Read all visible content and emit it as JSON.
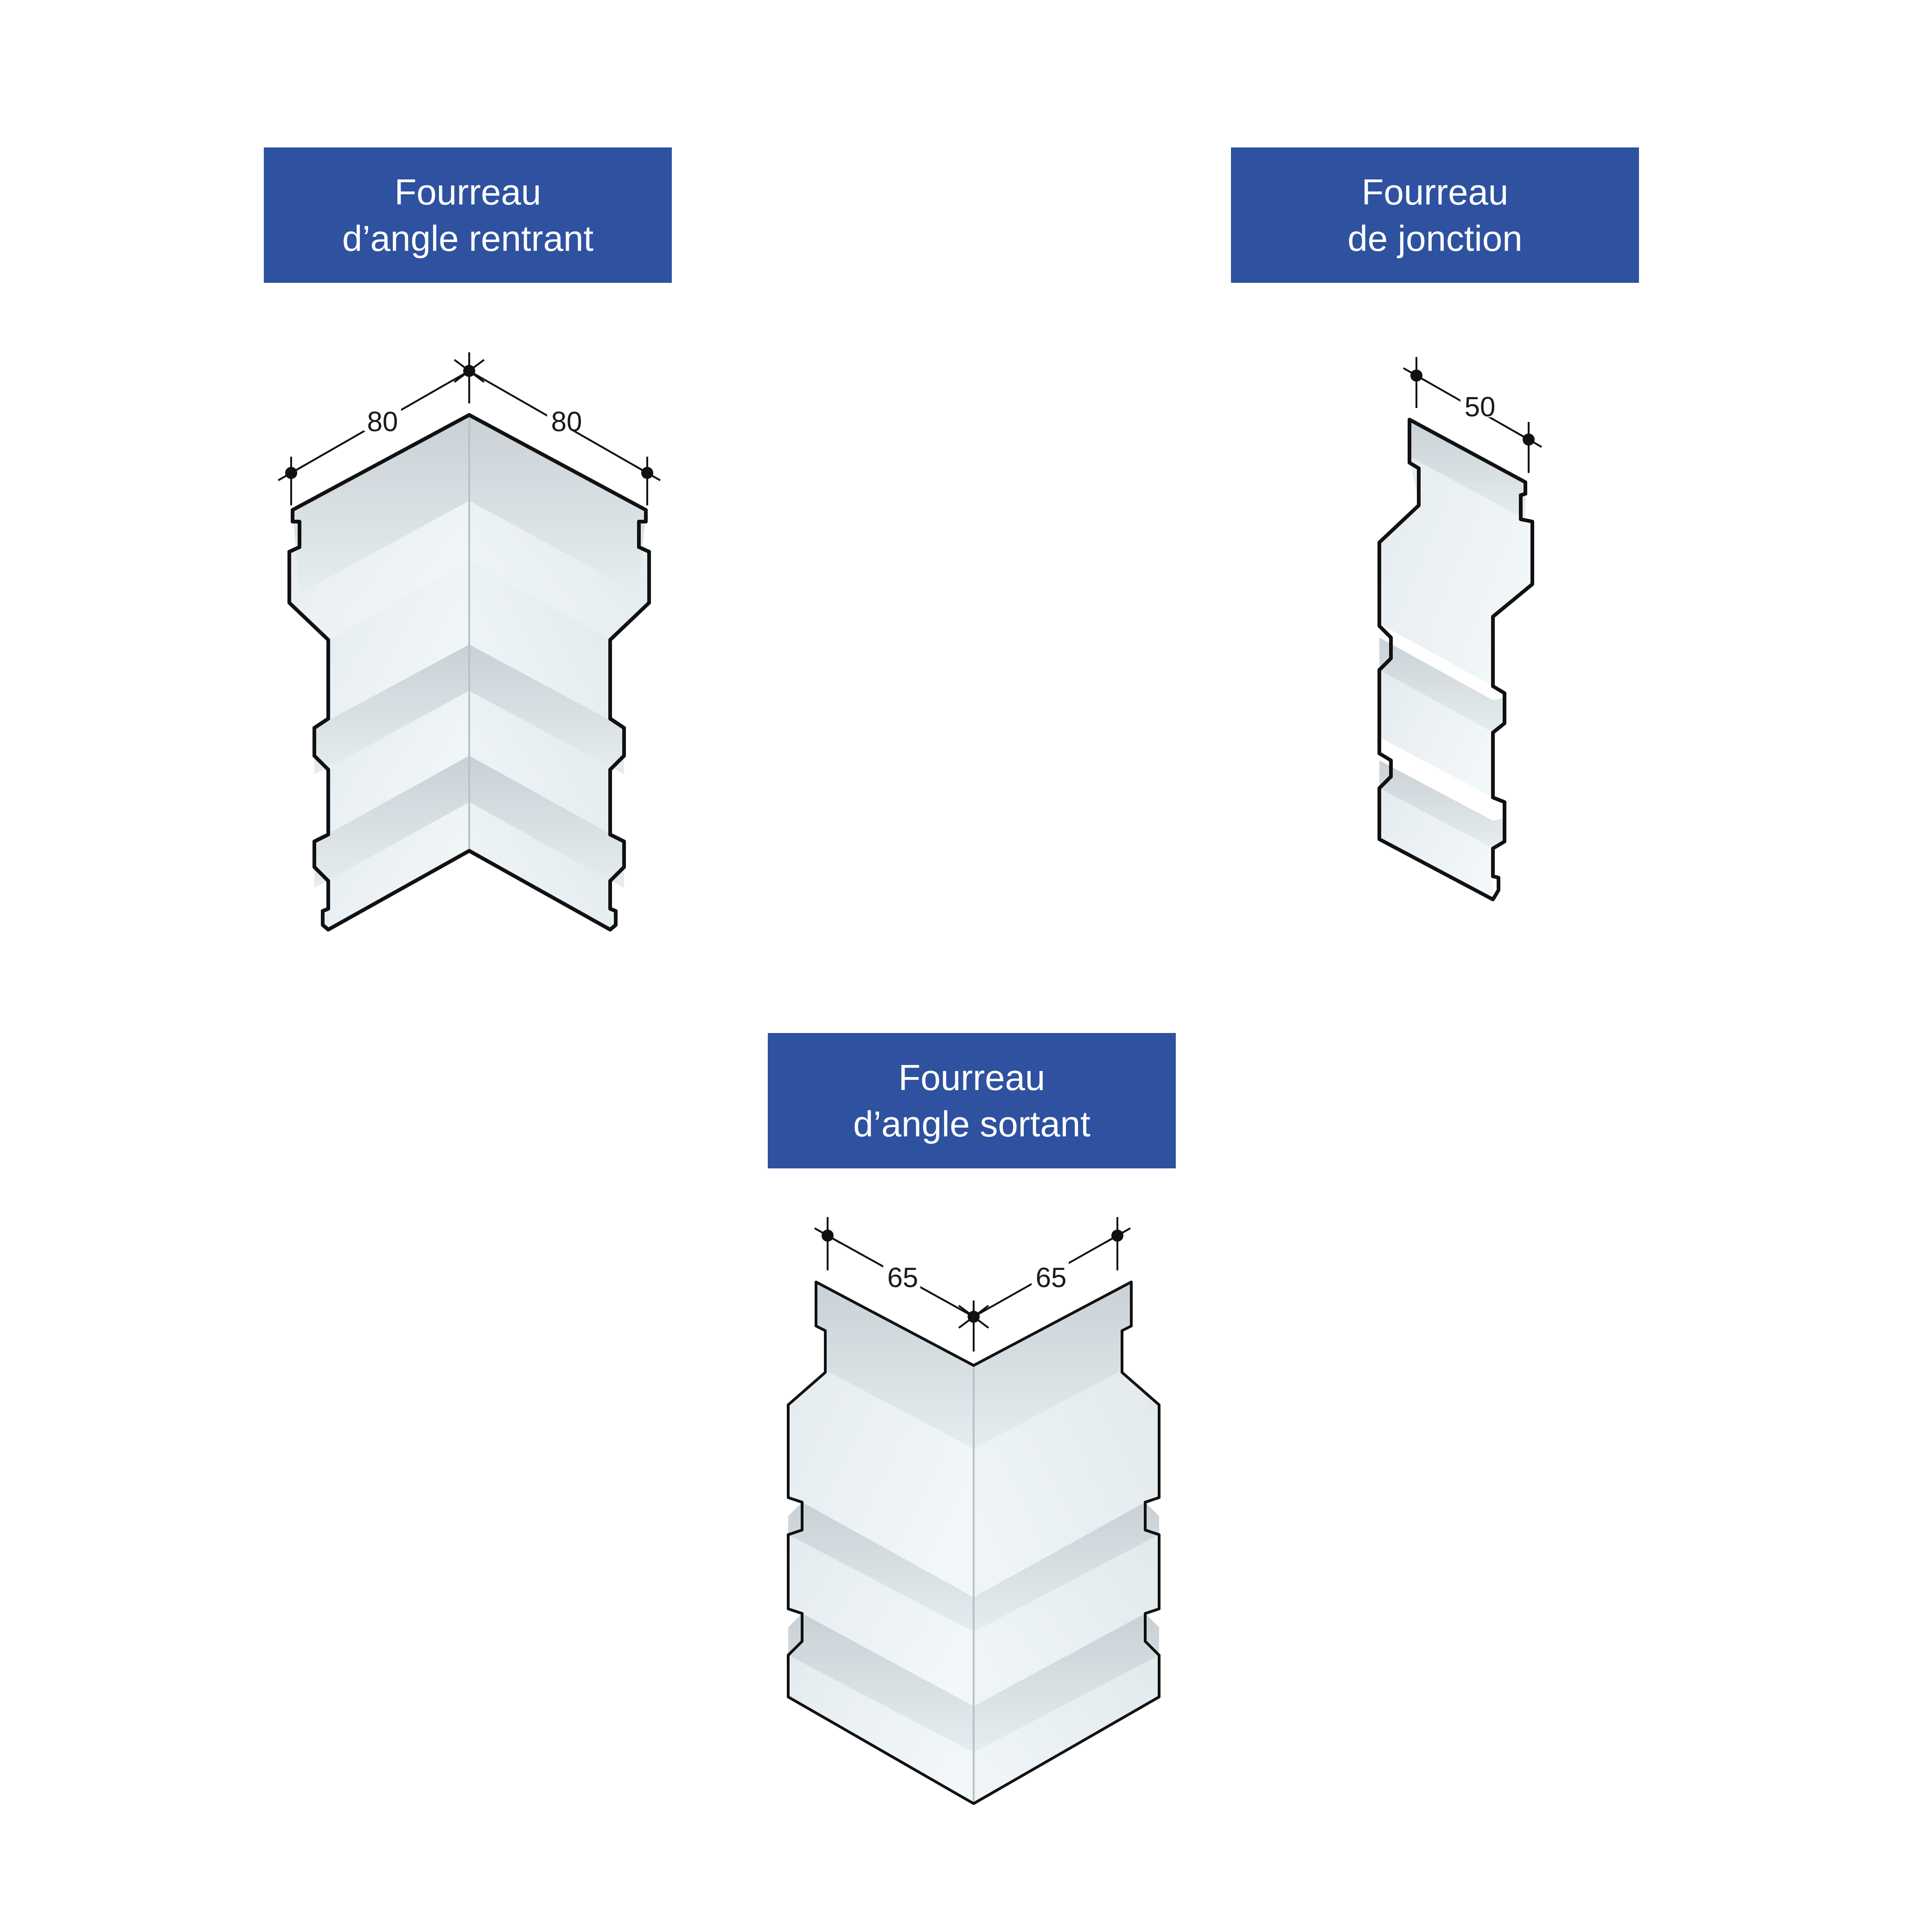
{
  "labels": {
    "rentrant": {
      "line1": "Fourreau",
      "line2": "d’angle rentrant"
    },
    "jonction": {
      "line1": "Fourreau",
      "line2": "de jonction"
    },
    "sortant": {
      "line1": "Fourreau",
      "line2": "d’angle sortant"
    }
  },
  "dimensions": {
    "rentrant_left": "80",
    "rentrant_right": "80",
    "jonction": "50",
    "sortant_left": "65",
    "sortant_right": "65"
  },
  "colors": {
    "label_bg": "#2e51a0",
    "label_text": "#ffffff",
    "panel_light": "#edf3f6",
    "panel_mid": "#dde5ea",
    "panel_dark": "#c8d0d6",
    "outline": "#111111"
  }
}
